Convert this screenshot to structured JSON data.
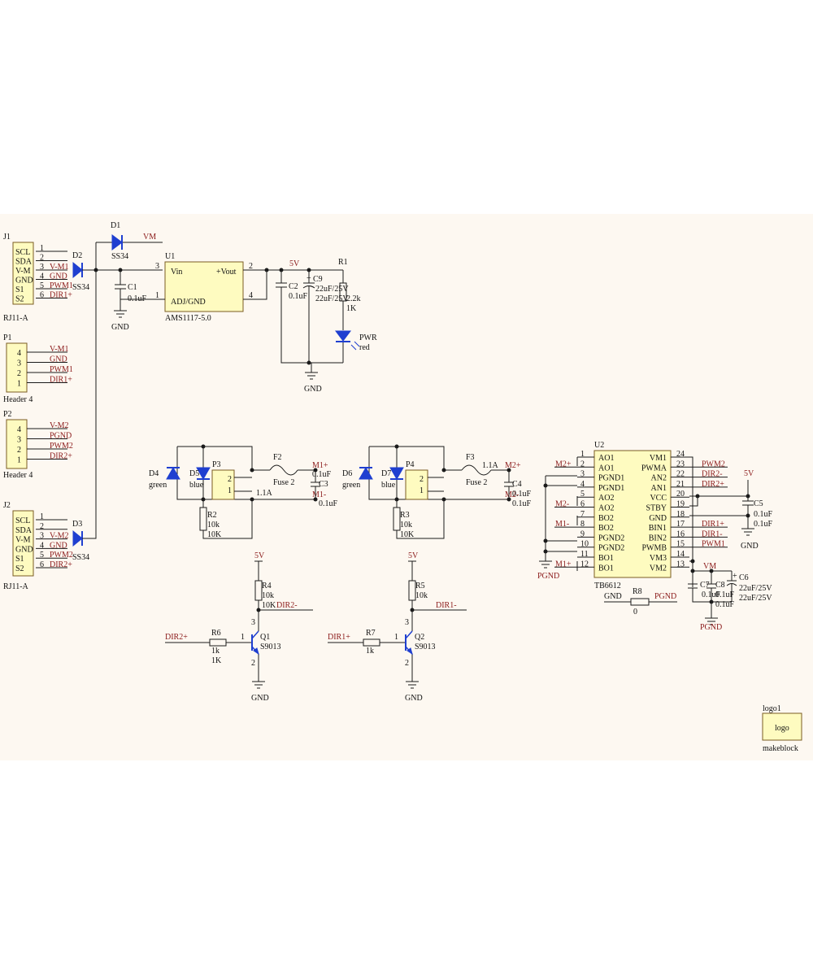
{
  "connectors": {
    "j1": {
      "ref": "J1",
      "type": "RJ11-A",
      "pins": [
        "SCL",
        "SDA",
        "V-M",
        "GND",
        "S1",
        "S2"
      ],
      "nums": [
        "1",
        "2",
        "3",
        "4",
        "5",
        "6"
      ],
      "nets": [
        "",
        "",
        "V-M1",
        "GND",
        "PWM1",
        "DIR1+"
      ]
    },
    "j2": {
      "ref": "J2",
      "type": "RJ11-A",
      "pins": [
        "SCL",
        "SDA",
        "V-M",
        "GND",
        "S1",
        "S2"
      ],
      "nums": [
        "1",
        "2",
        "3",
        "4",
        "5",
        "6"
      ],
      "nets": [
        "",
        "",
        "V-M2",
        "GND",
        "PWM2",
        "DIR2+"
      ]
    },
    "p1": {
      "ref": "P1",
      "type": "Header 4",
      "nums": [
        "4",
        "3",
        "2",
        "1"
      ],
      "nets": [
        "V-M1",
        "GND",
        "PWM1",
        "DIR1+"
      ]
    },
    "p2": {
      "ref": "P2",
      "type": "Header 4",
      "nums": [
        "4",
        "3",
        "2",
        "1"
      ],
      "nets": [
        "V-M2",
        "PGND",
        "PWM2",
        "DIR2+"
      ]
    }
  },
  "power": {
    "d1": {
      "ref": "D1",
      "value": "SS34"
    },
    "d2": {
      "ref": "D2",
      "value": "SS34"
    },
    "d3": {
      "ref": "D3",
      "value": "SS34"
    },
    "vm": "VM",
    "u1": {
      "ref": "U1",
      "type": "AMS1117-5.0",
      "vin": "Vin",
      "vout": "+Vout",
      "adj": "ADJ/GND",
      "p3": "3",
      "p1": "1",
      "p2": "2",
      "p4": "4"
    },
    "c1": {
      "ref": "C1",
      "value": "0.1uF"
    },
    "c2": {
      "ref": "C2",
      "value": "0.1uF"
    },
    "c9": {
      "ref": "C9",
      "value": "22uF/25V",
      "value2": "22uF/25V"
    },
    "r1": {
      "ref": "R1",
      "value": "2.2k",
      "value2": "1K"
    },
    "pwr": {
      "ref": "PWR",
      "color": "red"
    },
    "five_v": "5V",
    "gnd": "GND",
    "plus": "+"
  },
  "motor1": {
    "d4": {
      "ref": "D4",
      "color": "green"
    },
    "d5": {
      "ref": "D5",
      "color": "blue"
    },
    "p3": {
      "ref": "P3",
      "pin2": "2",
      "pin1": "1"
    },
    "f2": {
      "ref": "F2",
      "value": "Fuse 2",
      "rating": "1.1A"
    },
    "c3": {
      "ref": "C3",
      "value": "0.1uF",
      "value2": "0.1uF"
    },
    "m_plus": "M1+",
    "m_minus": "M1-",
    "r2": {
      "ref": "R2",
      "value": "10k",
      "value2": "10K"
    }
  },
  "motor2": {
    "d6": {
      "ref": "D6",
      "color": "green"
    },
    "d7": {
      "ref": "D7",
      "color": "blue"
    },
    "p4": {
      "ref": "P4",
      "pin2": "2",
      "pin1": "1"
    },
    "f3": {
      "ref": "F3",
      "value": "Fuse 2",
      "rating": "1.1A"
    },
    "c4": {
      "ref": "C4",
      "value": "0.1uF",
      "value2": "0.1uF"
    },
    "m_plus": "M2+",
    "m_minus": "M2-",
    "r3": {
      "ref": "R3",
      "value": "10k",
      "value2": "10K"
    }
  },
  "drv1": {
    "five_v": "5V",
    "r4": {
      "ref": "R4",
      "value": "10k",
      "value2": "10K"
    },
    "out": "DIR2-",
    "in": "DIR2+",
    "r6": {
      "ref": "R6",
      "value": "1k",
      "value2": "1K"
    },
    "q1": {
      "ref": "Q1",
      "type": "S9013"
    },
    "pin1": "1",
    "pin2": "2",
    "pin3": "3",
    "gnd": "GND"
  },
  "drv2": {
    "five_v": "5V",
    "r5": {
      "ref": "R5",
      "value": "10k"
    },
    "out": "DIR1-",
    "in": "DIR1+",
    "r7": {
      "ref": "R7",
      "value": "1k"
    },
    "q2": {
      "ref": "Q2",
      "type": "S9013"
    },
    "pin1": "1",
    "pin2": "2",
    "pin3": "3",
    "gnd": "GND"
  },
  "u2": {
    "ref": "U2",
    "type": "TB6612",
    "left_pins": [
      {
        "n": "1",
        "name": "AO1",
        "net": ""
      },
      {
        "n": "2",
        "name": "AO1",
        "net": "M2+"
      },
      {
        "n": "3",
        "name": "PGND1",
        "net": ""
      },
      {
        "n": "4",
        "name": "PGND1",
        "net": ""
      },
      {
        "n": "5",
        "name": "AO2",
        "net": ""
      },
      {
        "n": "6",
        "name": "AO2",
        "net": "M2-"
      },
      {
        "n": "7",
        "name": "BO2",
        "net": ""
      },
      {
        "n": "8",
        "name": "BO2",
        "net": "M1-"
      },
      {
        "n": "9",
        "name": "PGND2",
        "net": ""
      },
      {
        "n": "10",
        "name": "PGND2",
        "net": ""
      },
      {
        "n": "11",
        "name": "BO1",
        "net": ""
      },
      {
        "n": "12",
        "name": "BO1",
        "net": "M1+"
      }
    ],
    "right_pins": [
      {
        "n": "24",
        "name": "VM1",
        "net": ""
      },
      {
        "n": "23",
        "name": "PWMA",
        "net": "PWM2"
      },
      {
        "n": "22",
        "name": "AN2",
        "net": "DIR2-"
      },
      {
        "n": "21",
        "name": "AN1",
        "net": "DIR2+"
      },
      {
        "n": "20",
        "name": "VCC",
        "net": ""
      },
      {
        "n": "19",
        "name": "STBY",
        "net": ""
      },
      {
        "n": "18",
        "name": "GND",
        "net": ""
      },
      {
        "n": "17",
        "name": "BIN1",
        "net": "DIR1+"
      },
      {
        "n": "16",
        "name": "BIN2",
        "net": "DIR1-"
      },
      {
        "n": "15",
        "name": "PWMB",
        "net": "PWM1"
      },
      {
        "n": "14",
        "name": "VM3",
        "net": ""
      },
      {
        "n": "13",
        "name": "VM2",
        "net": ""
      }
    ],
    "pgnd": "PGND",
    "five_v": "5V",
    "c5": {
      "ref": "C5",
      "value": "0.1uF",
      "value2": "0.1uF"
    },
    "gnd": "GND",
    "vm": "VM",
    "c6": {
      "ref": "C6",
      "value": "22uF/25V",
      "value2": "22uF/25V"
    },
    "c7": {
      "ref": "C7",
      "value": "0.1uF"
    },
    "c8": {
      "ref": "C8",
      "value": "0.1uF",
      "value2": "0.1uF"
    },
    "plus": "+",
    "r8": {
      "ref": "R8",
      "value": "0",
      "left": "GND",
      "right": "PGND"
    },
    "pgnd2": "PGND"
  },
  "logo": {
    "ref": "logo1",
    "text": "logo",
    "brand": "makeblock"
  },
  "colors": {
    "sheet": "#fdf8f1",
    "part_fill": "#fefbc0",
    "diode": "#1f3fd0",
    "net_label": "#8b1a1a",
    "designator": "#1c1c80"
  }
}
